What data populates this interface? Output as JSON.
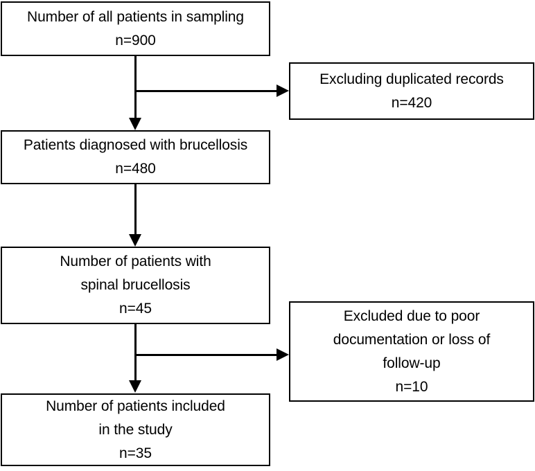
{
  "diagram": {
    "type": "flowchart",
    "orientation": "top-to-bottom",
    "background_color": "#ffffff",
    "line_color": "#000000",
    "text_color": "#000000",
    "nodes": [
      {
        "id": "sampling",
        "lines": [
          "Number of all patients in sampling",
          "n=900"
        ],
        "count_label": "n=900",
        "count": 900
      },
      {
        "id": "duplicates",
        "lines": [
          "Excluding duplicated records",
          "n=420"
        ],
        "count_label": "n=420",
        "count": 420
      },
      {
        "id": "brucellosis",
        "lines": [
          "Patients diagnosed with brucellosis",
          "n=480"
        ],
        "count_label": "n=480",
        "count": 480
      },
      {
        "id": "spinal",
        "lines": [
          "Number of patients with",
          "spinal brucellosis",
          "n=45"
        ],
        "count_label": "n=45",
        "count": 45
      },
      {
        "id": "excluded",
        "lines": [
          "Excluded due to poor",
          "documentation or loss of",
          "follow-up",
          "n=10"
        ],
        "count_label": "n=10",
        "count": 10
      },
      {
        "id": "included",
        "lines": [
          "Number of patients included",
          "in the study",
          "n=35"
        ],
        "count_label": "n=35",
        "count": 35
      }
    ],
    "edges": [
      {
        "from": "sampling",
        "to": "brucellosis",
        "direction": "down"
      },
      {
        "from": "sampling",
        "to": "duplicates",
        "direction": "right"
      },
      {
        "from": "brucellosis",
        "to": "spinal",
        "direction": "down"
      },
      {
        "from": "spinal",
        "to": "included",
        "direction": "down"
      },
      {
        "from": "spinal",
        "to": "excluded",
        "direction": "right"
      }
    ]
  }
}
